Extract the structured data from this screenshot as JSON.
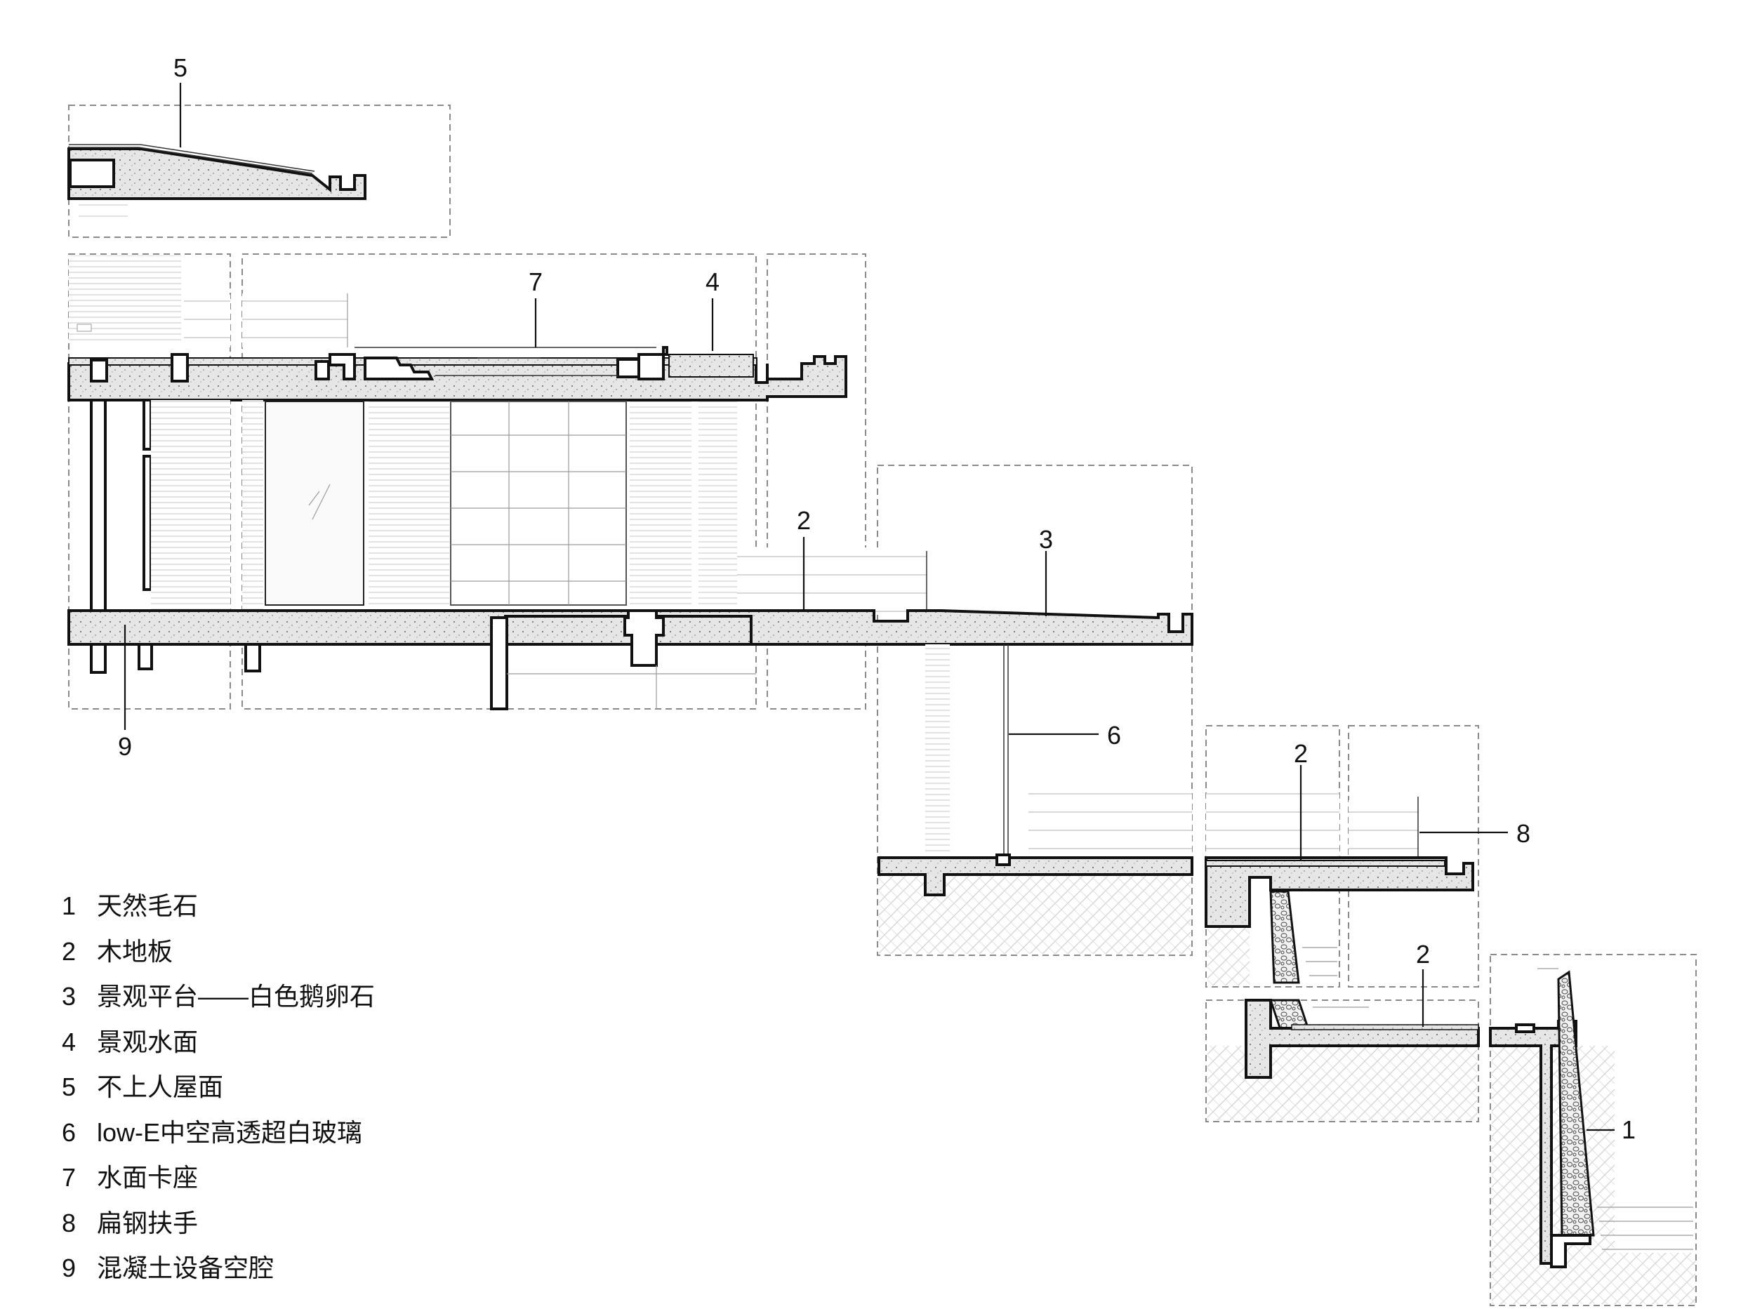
{
  "callouts": {
    "c1": "1",
    "c2a": "2",
    "c2b": "2",
    "c2c": "2",
    "c3": "3",
    "c4": "4",
    "c5": "5",
    "c6": "6",
    "c7": "7",
    "c8": "8",
    "c9": "9"
  },
  "legend": [
    {
      "num": "1",
      "text": "天然毛石"
    },
    {
      "num": "2",
      "text": "木地板"
    },
    {
      "num": "3",
      "text": "景观平台——白色鹅卵石"
    },
    {
      "num": "4",
      "text": "景观水面"
    },
    {
      "num": "5",
      "text": "不上人屋面"
    },
    {
      "num": "6",
      "text": "low-E中空高透超白玻璃"
    },
    {
      "num": "7",
      "text": "水面卡座"
    },
    {
      "num": "8",
      "text": "扁钢扶手"
    },
    {
      "num": "9",
      "text": "混凝土设备空腔"
    }
  ]
}
